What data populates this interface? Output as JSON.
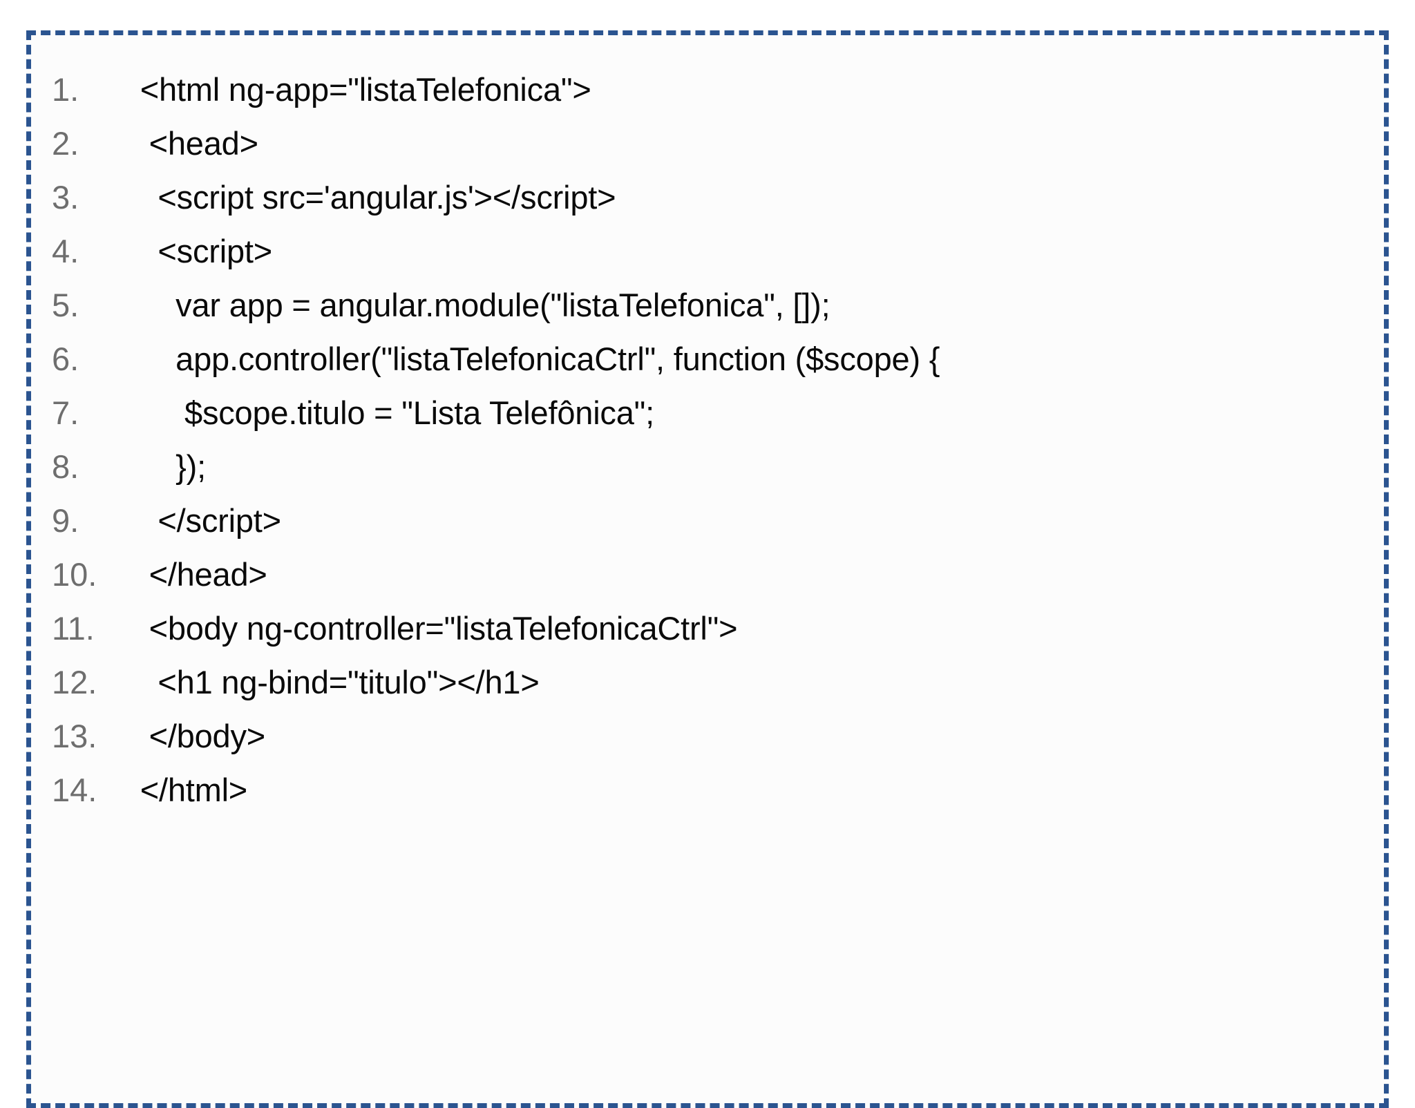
{
  "slide": {
    "background_color": "#ffffff",
    "code_block": {
      "border_color": "#2B5490",
      "border_style": "dashed",
      "background_color": "#FCFCFC",
      "line_number_color": "#6E6E6E",
      "code_text_color": "#0A0A0A",
      "language": "html",
      "lines": [
        {
          "number": "1.",
          "text": "  <html ng-app=\"listaTelefonica\">"
        },
        {
          "number": "2.",
          "text": "   <head>"
        },
        {
          "number": "3.",
          "text": "    <script src='angular.js'></script>"
        },
        {
          "number": "4.",
          "text": "    <script>"
        },
        {
          "number": "5.",
          "text": "      var app = angular.module(\"listaTelefonica\", []);"
        },
        {
          "number": "6.",
          "text": "      app.controller(\"listaTelefonicaCtrl\", function ($scope) {"
        },
        {
          "number": "7.",
          "text": "       $scope.titulo = \"Lista Telefônica\";"
        },
        {
          "number": "8.",
          "text": "      });"
        },
        {
          "number": "9.",
          "text": "    </script>"
        },
        {
          "number": "10.",
          "text": "   </head>"
        },
        {
          "number": "11.",
          "text": "   <body ng-controller=\"listaTelefonicaCtrl\">"
        },
        {
          "number": "12.",
          "text": "    <h1 ng-bind=\"titulo\"></h1>"
        },
        {
          "number": "13.",
          "text": "   </body>"
        },
        {
          "number": "14.",
          "text": "  </html>"
        }
      ]
    }
  }
}
